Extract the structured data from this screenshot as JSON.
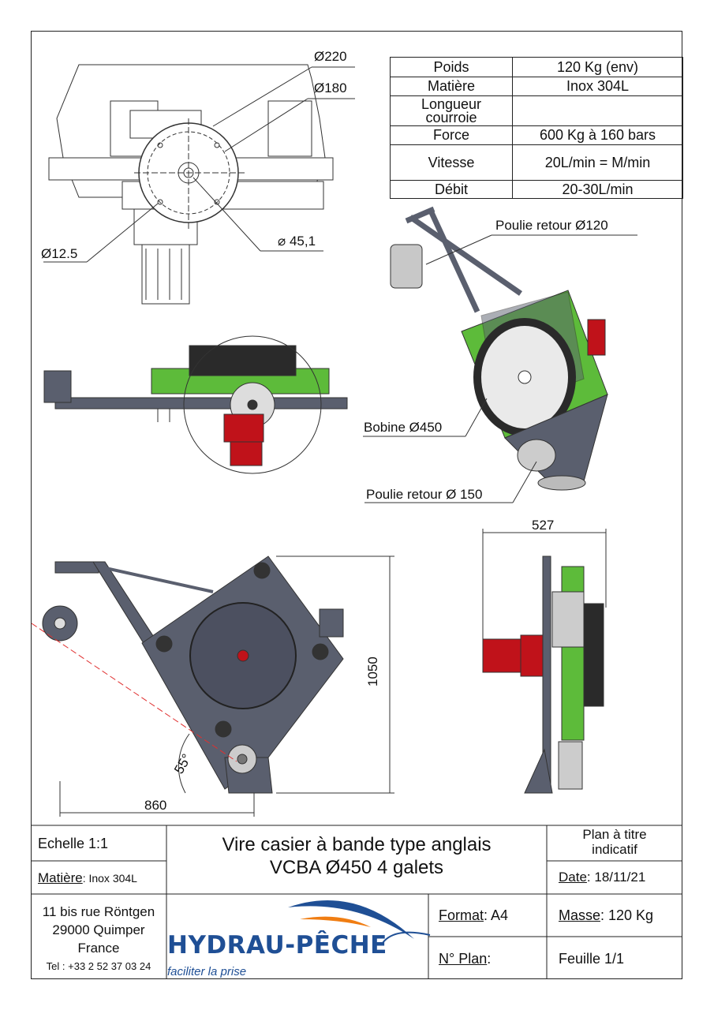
{
  "specs": {
    "rows": [
      {
        "label": "Poids",
        "value": "120 Kg (env)"
      },
      {
        "label": "Matière",
        "value": "Inox 304L"
      },
      {
        "label": "Longueur courroie",
        "value": ""
      },
      {
        "label": "Force",
        "value": "600 Kg à 160 bars"
      },
      {
        "label": "Vitesse",
        "value": "20L/min =  M/min"
      },
      {
        "label": "Débit",
        "value": "20-30L/min"
      }
    ]
  },
  "dimensions": {
    "d220": "Ø220",
    "d180": "Ø180",
    "d12_5": "Ø12.5",
    "d45_1": "45,1",
    "width_860": "860",
    "height_1050": "1050",
    "width_527": "527",
    "angle_55": "55°"
  },
  "callouts": {
    "poulie_120": "Poulie retour Ø120",
    "bobine": "Bobine Ø450",
    "poulie_150": "Poulie retour Ø 150"
  },
  "titleblock": {
    "echelle": "Echelle 1:1",
    "matiere_label": "Matière",
    "matiere_value": ": Inox 304L",
    "title_line1": "Vire casier à bande type anglais",
    "title_line2": "VCBA Ø450 4 galets",
    "plan_note_1": "Plan à titre",
    "plan_note_2": "indicatif",
    "date_label": "Date",
    "date_value": ": 18/11/21",
    "address_1": "11 bis rue Röntgen",
    "address_2": "29000 Quimper",
    "address_3": "France",
    "phone": "Tel : +33 2 52 37 03 24",
    "format_label": "Format",
    "format_value": ": A4",
    "masse_label": "Masse",
    "masse_value": ": 120 Kg",
    "plan_no_label": "N° Plan",
    "plan_no_value": ":",
    "feuille": "Feuille 1/1"
  },
  "logo": {
    "name": "HYDRAU-PÊCHE",
    "tagline": "faciliter la prise"
  },
  "colors": {
    "frame_green": "#5dbb3a",
    "motor_red": "#c0121a",
    "steel_grey": "#5a5f6e",
    "drum_dark": "#2a2a2a",
    "logo_blue": "#1f4f95",
    "logo_orange": "#f07d12",
    "dim_red": "#e03030"
  }
}
